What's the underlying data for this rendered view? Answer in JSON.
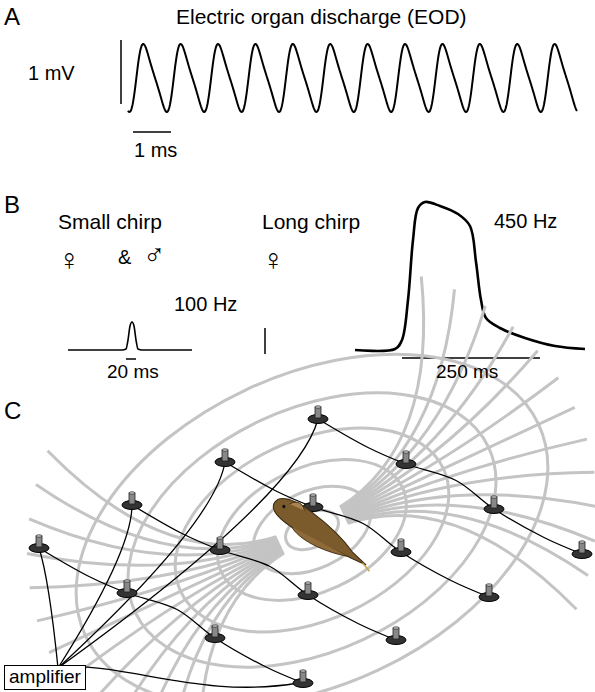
{
  "diagram": {
    "nodes": [
      {
        "text": [
          "amplifier"
        ]
      }
    ],
    "labels": [
      "A",
      "Electric organ discharge (EOD)",
      "1 mV",
      "1 ms",
      "B",
      "Small chirp",
      "♀",
      "&",
      "♂",
      "100 Hz",
      "20 ms",
      "Long chirp",
      "♀",
      "450 Hz",
      "250 ms",
      "C"
    ]
  }
}
